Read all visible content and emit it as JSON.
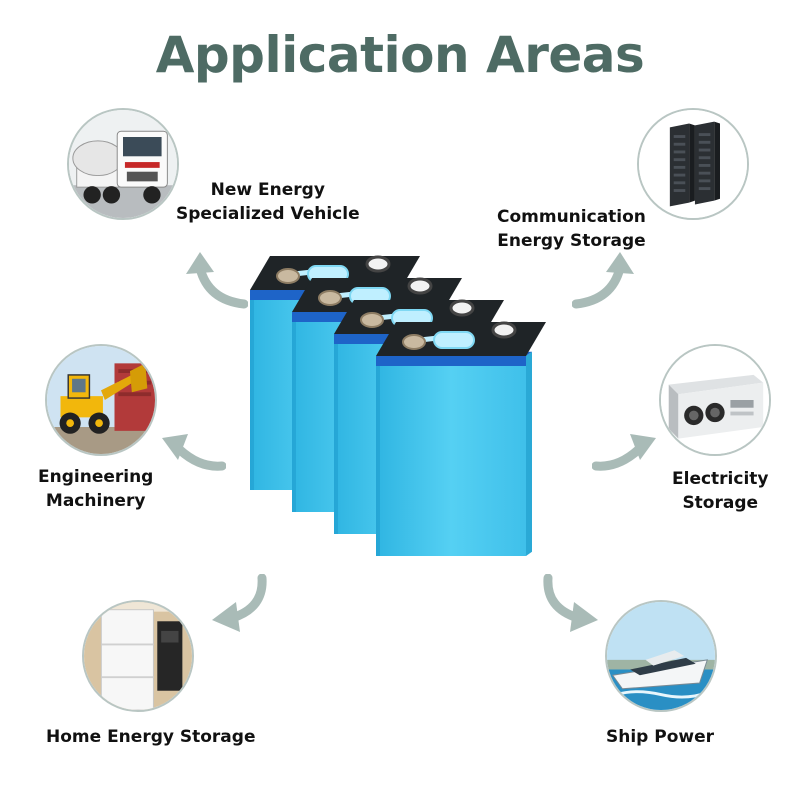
{
  "title": "Application Areas",
  "areas": [
    {
      "id": "vehicle",
      "lines": [
        "New Energy",
        "Specialized Vehicle"
      ],
      "icon": "truck-icon"
    },
    {
      "id": "communication",
      "lines": [
        "Communication",
        "Energy Storage"
      ],
      "icon": "server-rack-icon"
    },
    {
      "id": "machinery",
      "lines": [
        "Engineering",
        "Machinery"
      ],
      "icon": "wheel-loader-icon"
    },
    {
      "id": "electricity",
      "lines": [
        "Electricity",
        "Storage"
      ],
      "icon": "power-cabinet-icon"
    },
    {
      "id": "home",
      "lines": [
        "Home Energy Storage"
      ],
      "icon": "home-battery-icon"
    },
    {
      "id": "ship",
      "lines": [
        "Ship Power"
      ],
      "icon": "yacht-icon"
    }
  ],
  "colors": {
    "title": "#4e6b64",
    "arrow": "#a9bbb7",
    "cell_body": "#47c8ee",
    "cell_top": "#1f2427",
    "cell_band": "#1e64c8"
  }
}
